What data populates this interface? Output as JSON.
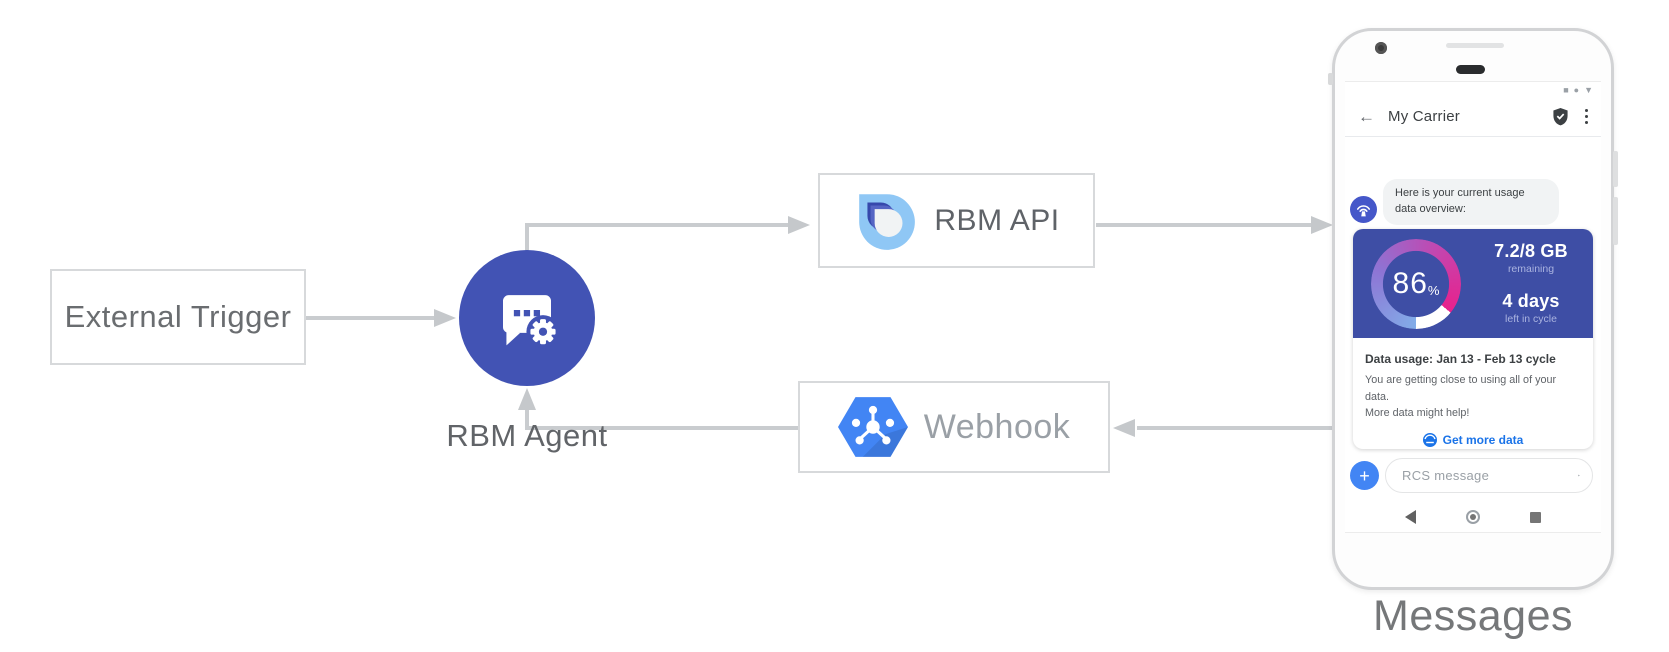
{
  "colors": {
    "agent_circle_blue": "#4253b4",
    "usage_card_blue": "#3e4ea5",
    "avatar_blue": "#4557c9",
    "plus_button_blue": "#4285f4",
    "link_blue": "#1a73e8",
    "gauge_gradient": [
      "#82ace8",
      "#8e74d4",
      "#c445ae",
      "#e8218c"
    ],
    "connector_gray": "#c9cccf"
  },
  "diagram": {
    "external_trigger_label": "External Trigger",
    "rbm_agent_label": "RBM Agent",
    "rbm_api_label": "RBM API",
    "webhook_label": "Webhook",
    "phone_caption": "Messages"
  },
  "phone": {
    "header": {
      "title": "My Carrier"
    },
    "chat": {
      "bubble_text": "Here is your current usage data overview:"
    },
    "usage_card": {
      "percent_value": "86",
      "percent_unit": "%",
      "gauge_percent": 86,
      "remaining_value": "7.2/8 GB",
      "remaining_label": "remaining",
      "days_value": "4 days",
      "days_label": "left in cycle"
    },
    "details": {
      "title": "Data usage: Jan 13 - Feb 13 cycle",
      "body_line1": "You are getting close to using all of your data.",
      "body_line2": "More data might help!",
      "link_label": "Get more data"
    },
    "composer": {
      "placeholder": "RCS message"
    }
  }
}
